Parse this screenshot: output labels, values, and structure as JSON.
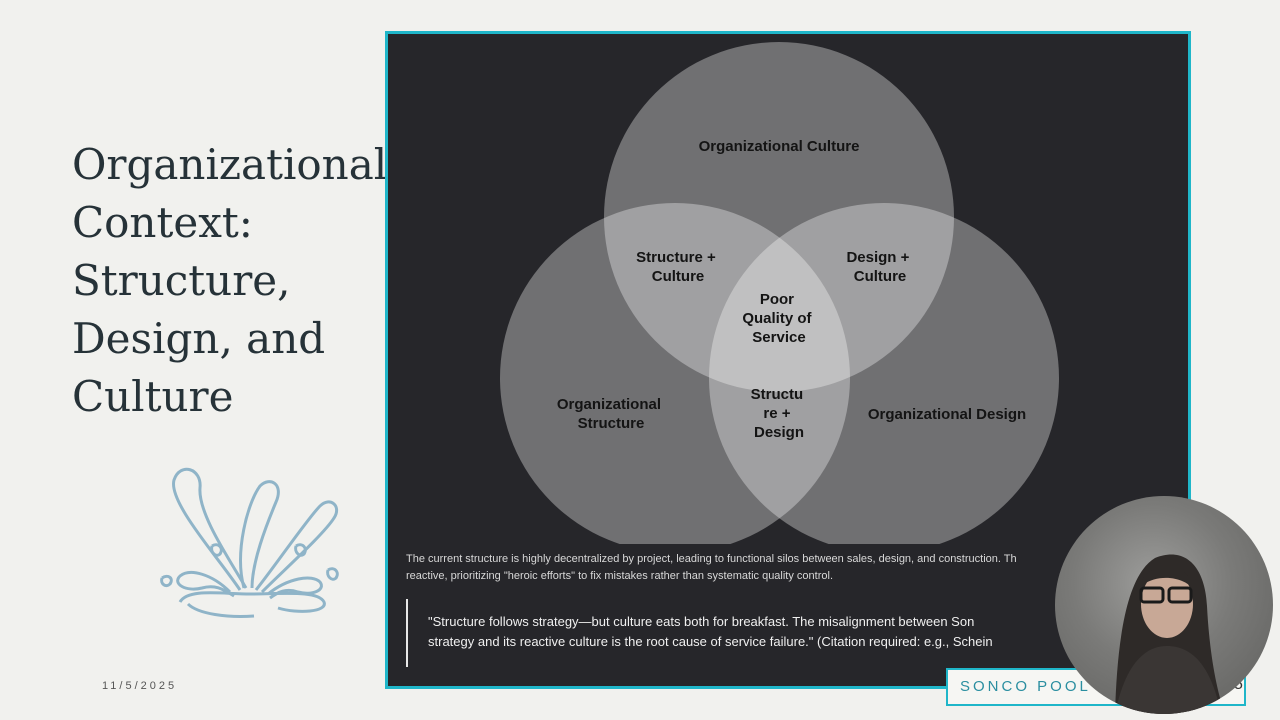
{
  "slide": {
    "title_lines": [
      "Organizational",
      "Context:",
      "Structure,",
      "Design, and",
      "Culture"
    ],
    "date": "11/5/2025",
    "footer_label": "SONCO POOL",
    "page_number": "5",
    "accent_color": "#1fb6c9",
    "panel_color": "#26262a"
  },
  "diagram": {
    "circles": [
      {
        "id": "culture",
        "label": [
          "Organizational Culture"
        ]
      },
      {
        "id": "structure",
        "label": [
          "Organizational",
          "Structure"
        ]
      },
      {
        "id": "design",
        "label": [
          "Organizational Design"
        ]
      }
    ],
    "intersections": {
      "structure_culture": [
        "Structure +",
        "Culture"
      ],
      "design_culture": [
        "Design +",
        "Culture"
      ],
      "structure_design": [
        "Structu",
        "re +",
        "Design"
      ],
      "center": [
        "Poor",
        "Quality of",
        "Service"
      ]
    }
  },
  "note": {
    "line1": "The current structure is highly decentralized by project, leading to functional silos between sales, design, and construction. Th",
    "line2": "reactive, prioritizing \"heroic efforts\" to fix mistakes rather than systematic quality control."
  },
  "quote": {
    "line1": "\"Structure follows strategy—but culture eats both for breakfast. The misalignment between Son",
    "line2": "strategy and its reactive culture is the root cause of service failure.\" (Citation required: e.g., Schein"
  }
}
